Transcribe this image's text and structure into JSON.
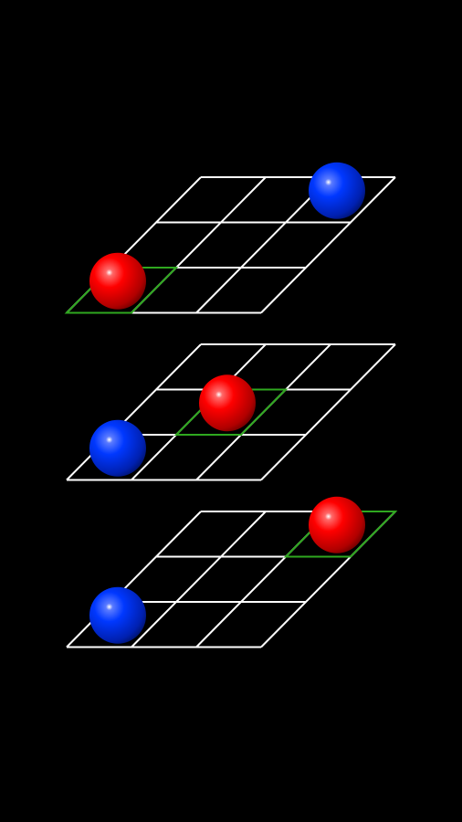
{
  "game": {
    "grid_size": 3,
    "colors": {
      "background": "#000000",
      "grid_line": "#ffffff",
      "highlight": "#2fa81f",
      "red": "#ff0000",
      "blue": "#0033ff"
    },
    "boards": [
      {
        "name": "top",
        "highlight": {
          "row": 2,
          "col": 0
        },
        "pieces": [
          {
            "row": 0,
            "col": 2,
            "color": "blue"
          },
          {
            "row": 2,
            "col": 0,
            "color": "red"
          }
        ]
      },
      {
        "name": "middle",
        "highlight": {
          "row": 1,
          "col": 1
        },
        "pieces": [
          {
            "row": 1,
            "col": 1,
            "color": "red"
          },
          {
            "row": 2,
            "col": 0,
            "color": "blue"
          }
        ]
      },
      {
        "name": "bottom",
        "highlight": {
          "row": 0,
          "col": 2
        },
        "pieces": [
          {
            "row": 0,
            "col": 2,
            "color": "red"
          },
          {
            "row": 2,
            "col": 0,
            "color": "blue"
          }
        ]
      }
    ]
  }
}
